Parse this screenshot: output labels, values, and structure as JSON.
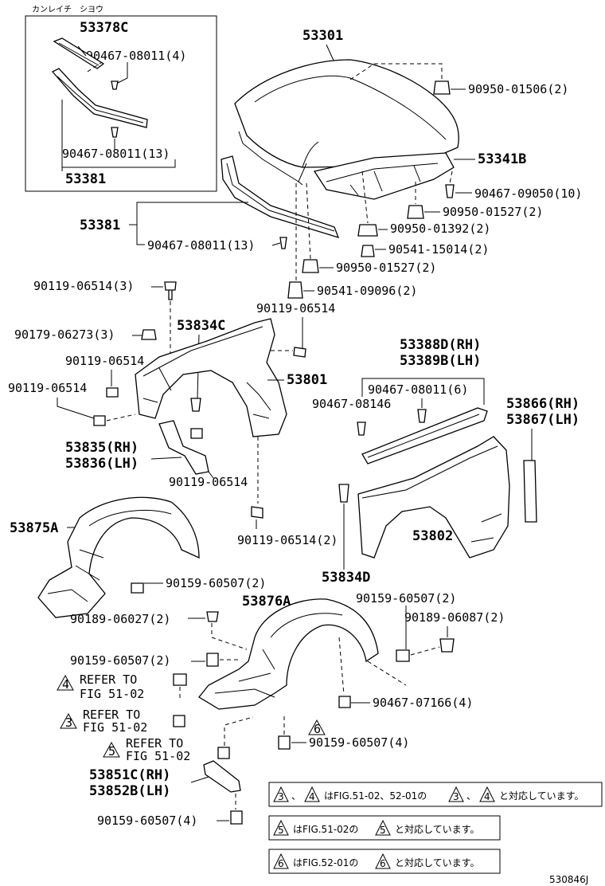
{
  "inset_title": "カンレイチ　シヨウ",
  "diagram_id": "530846J",
  "labels": {
    "p53378C": "53378C",
    "p90467_08011_4": "90467-08011(4)",
    "p90467_08011_13a": "90467-08011(13)",
    "p53381a": "53381",
    "p53301": "53301",
    "p90950_01506": "90950-01506(2)",
    "p53341B": "53341B",
    "p90467_09050": "90467-09050(10)",
    "p90950_01527a": "90950-01527(2)",
    "p90950_01392": "90950-01392(2)",
    "p53381b": "53381",
    "p90541_15014": "90541-15014(2)",
    "p90467_08011_13b": "90467-08011(13)",
    "p90950_01527b": "90950-01527(2)",
    "p90541_09096": "90541-09096(2)",
    "p90119_06514_3": "90119-06514(3)",
    "p90119_06514_a": "90119-06514",
    "p90179_06273": "90179-06273(3)",
    "p53834C": "53834C",
    "p90119_06514_b": "90119-06514",
    "p53801": "53801",
    "p53388D": "53388D(RH)",
    "p53389B": "53389B(LH)",
    "p90119_06514_c": "90119-06514",
    "p90467_08011_6": "90467-08011(6)",
    "p90467_08146": "90467-08146",
    "p53866": "53866(RH)",
    "p53867": "53867(LH)",
    "p53835": "53835(RH)",
    "p53836": "53836(LH)",
    "p90119_06514_d": "90119-06514",
    "p53875A": "53875A",
    "p90119_06514_2": "90119-06514(2)",
    "p53802": "53802",
    "p90159_60507_2a": "90159-60507(2)",
    "p53834D": "53834D",
    "p90189_06027": "90189-06027(2)",
    "p53876A": "53876A",
    "p90159_60507_2b": "90159-60507(2)",
    "p90189_06087": "90189-06087(2)",
    "p90159_60507_2c": "90159-60507(2)",
    "p90467_07166": "90467-07166(4)",
    "p90159_60507_4a": "90159-60507(4)",
    "p53851C": "53851C(RH)",
    "p53852B": "53852B(LH)",
    "p90159_60507_4b": "90159-60507(4)"
  },
  "refer_notes": [
    {
      "num": "4",
      "line1": "REFER TO",
      "line2": "FIG 51-02"
    },
    {
      "num": "3",
      "line1": "REFER TO",
      "line2": "FIG 51-02"
    },
    {
      "num": "5",
      "line1": "REFER TO",
      "line2": "FIG 51-02"
    },
    {
      "num": "6"
    }
  ],
  "legend": [
    {
      "tri_a": "3",
      "sep": "、",
      "tri_b": "4",
      "pre": "はFIG.51-02、52-01の",
      "tri_c": "3",
      "sep2": "、",
      "tri_d": "4",
      "post": "と対応しています。"
    },
    {
      "tri_a": "5",
      "pre": "はFIG.51-02の",
      "tri_b": "5",
      "post": "と対応しています。"
    },
    {
      "tri_a": "6",
      "pre": "はFIG.52-01の",
      "tri_b": "6",
      "post": "と対応しています。"
    }
  ]
}
